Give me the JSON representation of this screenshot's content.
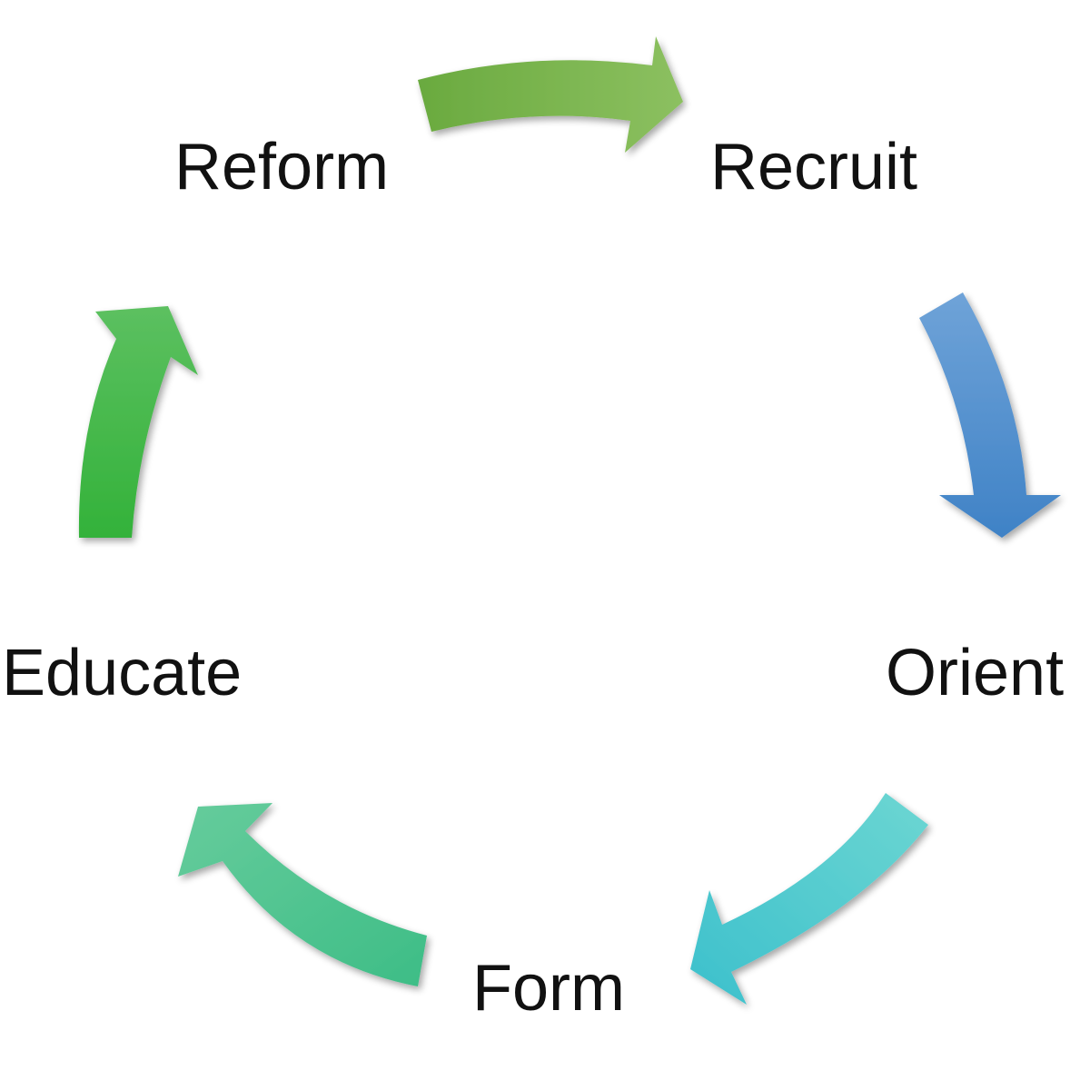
{
  "stages": [
    {
      "id": "reform",
      "label": "Reform"
    },
    {
      "id": "recruit",
      "label": "Recruit"
    },
    {
      "id": "orient",
      "label": "Orient"
    },
    {
      "id": "form",
      "label": "Form"
    },
    {
      "id": "educate",
      "label": "Educate"
    }
  ],
  "arrows": [
    {
      "from": "Reform",
      "to": "Recruit",
      "color_start": "#6aaa3f",
      "color_end": "#8cc060"
    },
    {
      "from": "Recruit",
      "to": "Orient",
      "color_start": "#6fa3d8",
      "color_end": "#3f82c6"
    },
    {
      "from": "Orient",
      "to": "Form",
      "color_start": "#6cd6d2",
      "color_end": "#3cc0cc"
    },
    {
      "from": "Form",
      "to": "Educate",
      "color_start": "#3dbd86",
      "color_end": "#66cc9c"
    },
    {
      "from": "Educate",
      "to": "Reform",
      "color_start": "#33b23a",
      "color_end": "#5cc060"
    }
  ]
}
